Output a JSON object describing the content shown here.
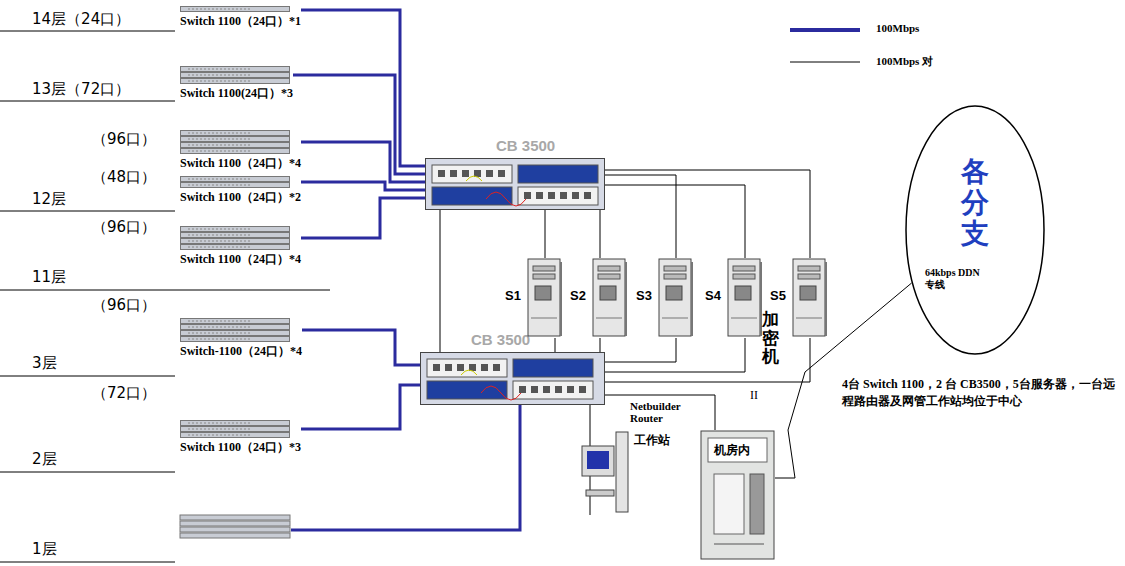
{
  "diagram": {
    "nodes": [
      {
        "text": [
          "Switch 1100（24口）*1"
        ]
      },
      {
        "text": [
          "Switch 1100(24口）*3"
        ]
      },
      {
        "text": [
          "Switch 1100（24口）*4"
        ]
      },
      {
        "text": [
          "Switch 1100（24口）*2"
        ]
      },
      {
        "text": [
          "Switch 1100（24口）*4"
        ]
      },
      {
        "text": [
          "Switch-1100（24口）*4"
        ]
      },
      {
        "text": [
          "Switch 1100（24口）*3"
        ]
      },
      {
        "text": [
          "CB 3500"
        ]
      },
      {
        "text": [
          "CB 3500"
        ]
      },
      {
        "text": [
          "S1"
        ]
      },
      {
        "text": [
          "S2"
        ]
      },
      {
        "text": [
          "S3"
        ]
      },
      {
        "text": [
          "S4"
        ]
      },
      {
        "text": [
          "S5"
        ]
      },
      {
        "text": [
          "工作站"
        ]
      },
      {
        "text": [
          "机房内"
        ]
      },
      {
        "text": [
          "各分支",
          "64kbps DDN 专线"
        ]
      }
    ],
    "edges": [
      {
        "from": 0,
        "to": 7,
        "arrow": "none"
      },
      {
        "from": 1,
        "to": 7,
        "arrow": "none"
      },
      {
        "from": 2,
        "to": 7,
        "arrow": "none"
      },
      {
        "from": 3,
        "to": 7,
        "arrow": "none"
      },
      {
        "from": 4,
        "to": 7,
        "arrow": "none"
      },
      {
        "from": 5,
        "to": 8,
        "arrow": "none"
      },
      {
        "from": 6,
        "to": 8,
        "arrow": "none"
      },
      {
        "from": 7,
        "to": 8,
        "arrow": "none"
      },
      {
        "from": 9,
        "to": 7,
        "arrow": "none"
      },
      {
        "from": 10,
        "to": 7,
        "arrow": "none"
      },
      {
        "from": 11,
        "to": 7,
        "arrow": "none"
      },
      {
        "from": 12,
        "to": 7,
        "arrow": "none"
      },
      {
        "from": 13,
        "to": 7,
        "arrow": "none"
      },
      {
        "from": 9,
        "to": 8,
        "arrow": "none"
      },
      {
        "from": 10,
        "to": 8,
        "arrow": "none"
      },
      {
        "from": 11,
        "to": 8,
        "arrow": "none"
      },
      {
        "from": 12,
        "to": 8,
        "arrow": "none"
      },
      {
        "from": 13,
        "to": 8,
        "arrow": "none"
      },
      {
        "from": 8,
        "to": 14,
        "arrow": "none"
      },
      {
        "from": 8,
        "to": 15,
        "arrow": "none"
      },
      {
        "from": 15,
        "to": 16,
        "arrow": "none"
      }
    ],
    "labels": [
      "14层（24口）",
      "13层（72口）",
      "（96口）",
      "12层",
      "（48口）",
      "（96口）",
      "11层",
      "（96口）",
      "3层",
      "（72口）",
      "2层",
      "1层",
      "加密机",
      "Netbuilder Router",
      "II",
      "4台 Switch 1100，2 台 CB3500，5台服务器，一台远程路由器及网管工作站均位于中心"
    ],
    "legend": [
      {
        "text": "100Mbps"
      },
      {
        "text": "100Mbps 对"
      }
    ]
  }
}
